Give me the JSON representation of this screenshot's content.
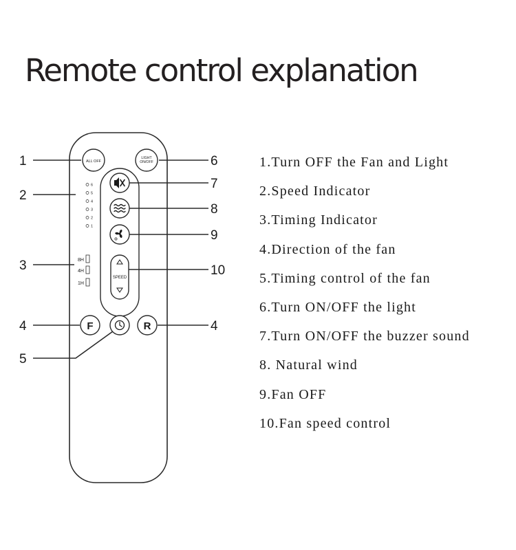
{
  "title": "Remote control explanation",
  "remote": {
    "all_off_label": [
      "ALL OFF"
    ],
    "light_label": [
      "LIGHT",
      "ON/OFF"
    ],
    "speed_label": "SPEED",
    "speed_leds": [
      "6",
      "5",
      "4",
      "3",
      "2",
      "1"
    ],
    "timer_leds": [
      "8H",
      "4H",
      "1H"
    ],
    "forward_label": "F",
    "reverse_label": "R"
  },
  "callout_numbers": {
    "all_off": "1",
    "speed_indicator": "2",
    "timing_indicator": "3",
    "direction_left": "4",
    "timer": "5",
    "light": "6",
    "buzzer": "7",
    "natural_wind": "8",
    "fan_off": "9",
    "speed_control": "10",
    "direction_right": "4"
  },
  "legend": [
    "1.Turn OFF the Fan and Light",
    "2.Speed Indicator",
    "3.Timing Indicator",
    "4.Direction of the fan",
    "5.Timing control of the fan",
    "6.Turn ON/OFF the light",
    "7.Turn ON/OFF the buzzer sound",
    "8. Natural wind",
    "9.Fan OFF",
    "10.Fan speed control"
  ],
  "colors": {
    "ink": "#1a1a1a",
    "line": "#2a2a2a",
    "remote_body": "#ffffff"
  }
}
